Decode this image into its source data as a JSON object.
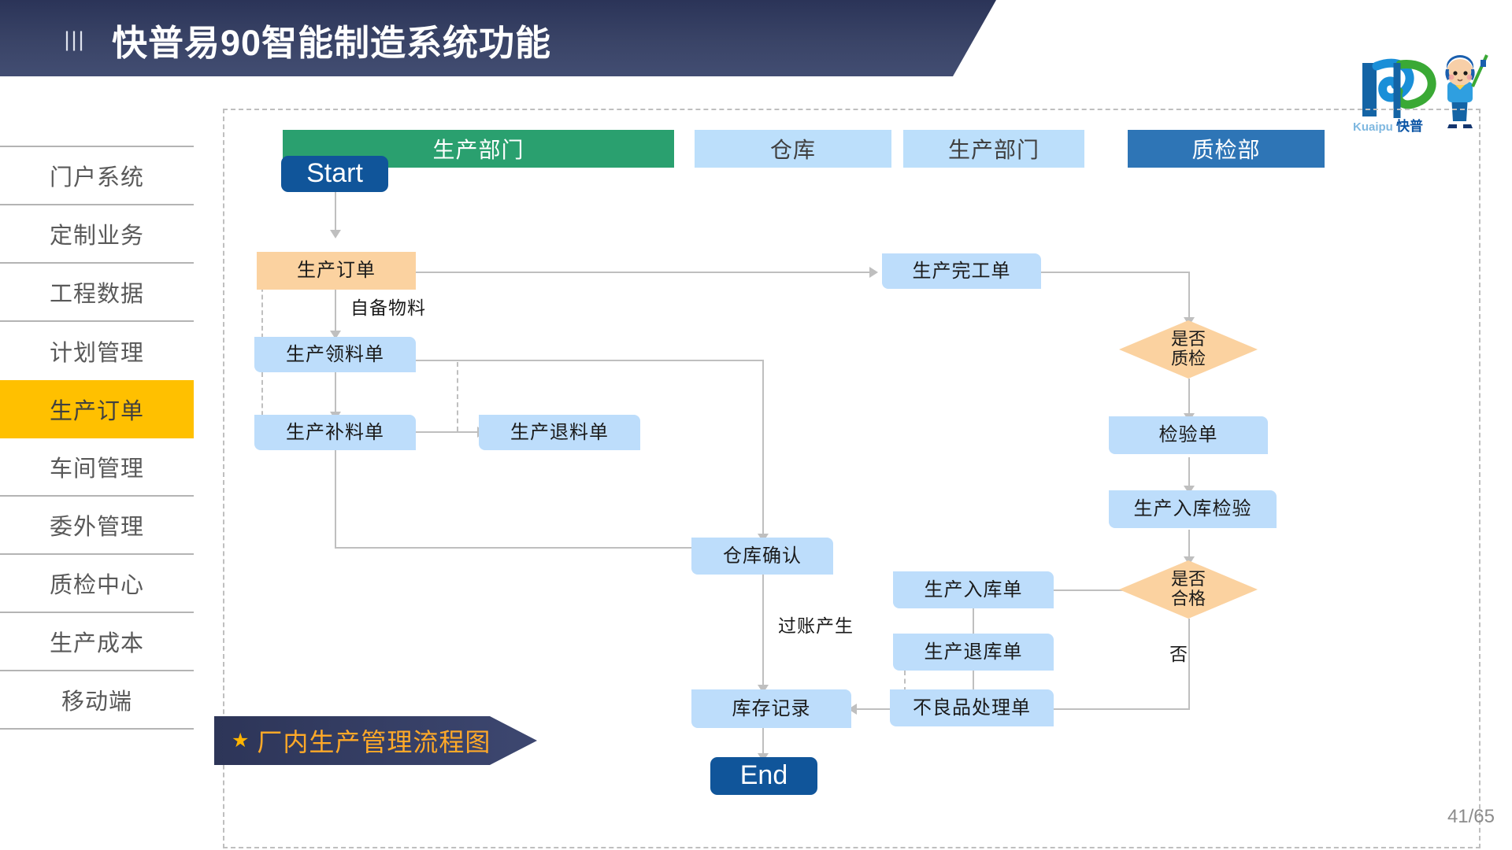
{
  "header": {
    "menu_icon": "hamburger-lines-icon",
    "title": "快普易90智能制造系统功能"
  },
  "logo": {
    "name": "kuaipu-logo",
    "en": "Kuaipu",
    "cn": "快普",
    "mascot": "mascot-character-icon"
  },
  "sidebar": {
    "items": [
      {
        "label": "门户系统",
        "active": false
      },
      {
        "label": "定制业务",
        "active": false
      },
      {
        "label": "工程数据",
        "active": false
      },
      {
        "label": "计划管理",
        "active": false
      },
      {
        "label": "生产订单",
        "active": true
      },
      {
        "label": "车间管理",
        "active": false
      },
      {
        "label": "委外管理",
        "active": false
      },
      {
        "label": "质检中心",
        "active": false
      },
      {
        "label": "生产成本",
        "active": false
      },
      {
        "label": "移动端",
        "active": false
      }
    ],
    "active_color": "#ffc000"
  },
  "flow": {
    "lanes": [
      {
        "label": "生产部门",
        "style": "green"
      },
      {
        "label": "仓库",
        "style": "lightblue"
      },
      {
        "label": "生产部门",
        "style": "lightblue"
      },
      {
        "label": "质检部",
        "style": "darkblue"
      }
    ],
    "nodes": {
      "start": "Start",
      "end": "End",
      "prod_order": "生产订单",
      "pick_list": "生产领料单",
      "extra_mat": "生产补料单",
      "return_mat": "生产退料单",
      "finish_order": "生产完工单",
      "inspect_sheet": "检验单",
      "in_stock_inspect": "生产入库检验",
      "warehouse_confirm": "仓库确认",
      "stock_record": "库存记录",
      "in_stock_order": "生产入库单",
      "out_stock_order": "生产退库单",
      "defect_order": "不良品处理单"
    },
    "decisions": {
      "qc": [
        "是否",
        "质检"
      ],
      "qualified": [
        "是否",
        "合格"
      ]
    },
    "edge_labels": {
      "self_material": "自备物料",
      "posting_generate": "过账产生",
      "no": "否"
    }
  },
  "banner": {
    "star": "★",
    "text": "厂内生产管理流程图"
  },
  "footer": {
    "page": "41/65"
  },
  "colors": {
    "header": "#303a5e",
    "accent_orange": "#ffc000",
    "node_blue": "#bdddfb",
    "node_orange": "#fbd2a0",
    "terminal_blue": "#10559a",
    "lane_green": "#2aa06f",
    "lane_darkblue": "#2e75b6"
  }
}
